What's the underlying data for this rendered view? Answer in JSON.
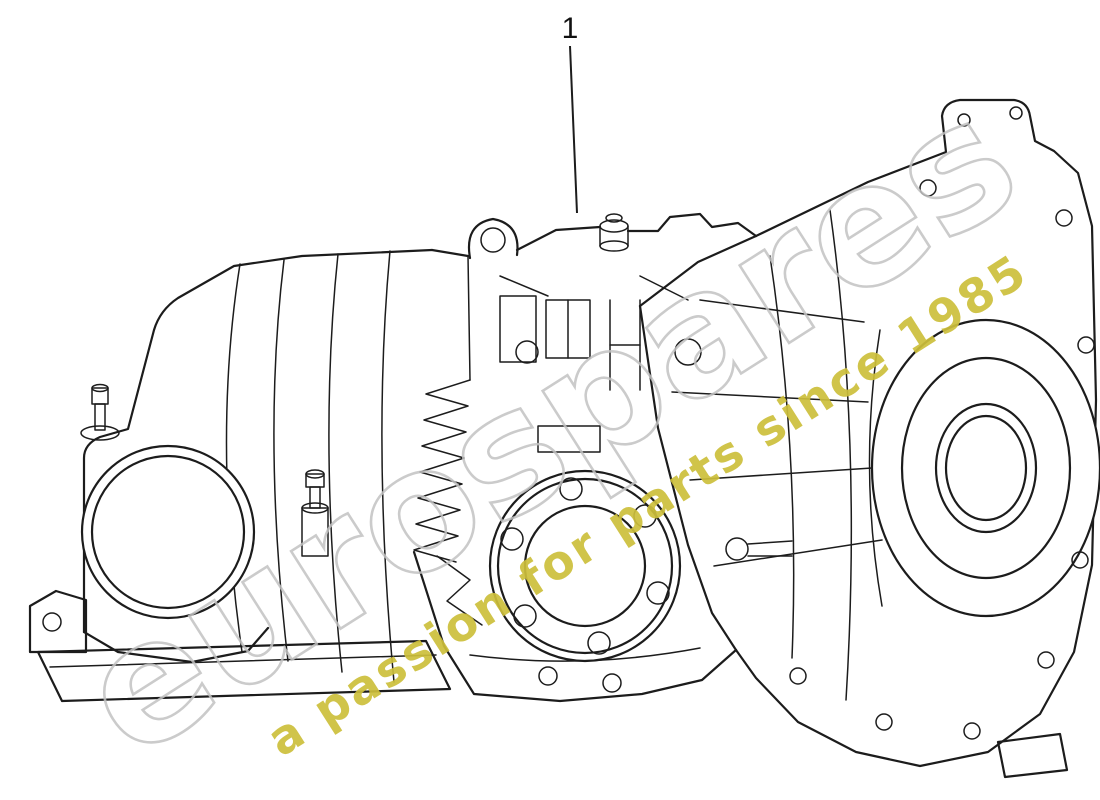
{
  "page": {
    "background_color": "#ffffff"
  },
  "callout": {
    "label": "1"
  },
  "watermark": {
    "brand": "eurospares",
    "tagline": "a passion for parts since 1985",
    "brand_outline_color": "#c2c2c2",
    "tagline_color": "#cdbf3b"
  },
  "diagram": {
    "line_color": "#1c1c1c"
  }
}
